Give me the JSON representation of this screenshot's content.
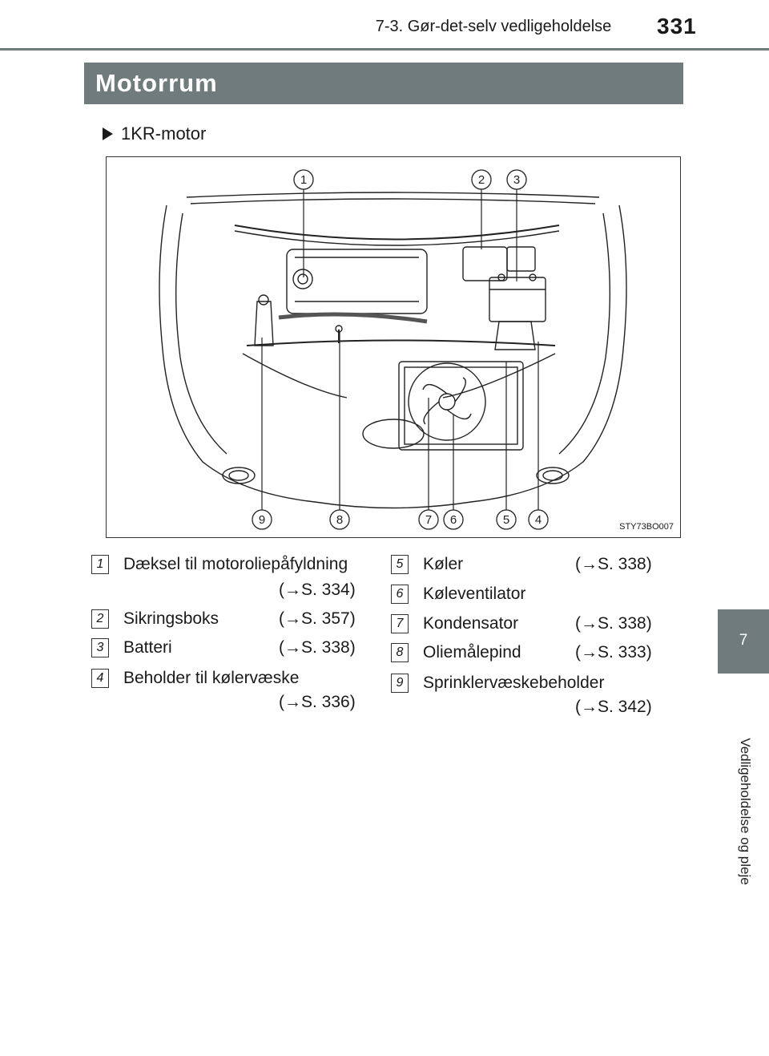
{
  "header": {
    "section": "7-3. Gør-det-selv vedligeholdelse",
    "page": "331"
  },
  "title": "Motorrum",
  "side_tab": {
    "chapter": "7",
    "label": "Vedligeholdelse og pleje"
  },
  "subheading": "1KR-motor",
  "figure": {
    "code": "STY73BO007",
    "callouts": [
      "1",
      "2",
      "3",
      "4",
      "5",
      "6",
      "7",
      "8",
      "9"
    ]
  },
  "items": [
    {
      "num": "1",
      "label": "Dæksel til motoroliepåfyldning",
      "ref": "(→S. 334)"
    },
    {
      "num": "2",
      "label": "Sikringsboks",
      "ref": "(→S. 357)"
    },
    {
      "num": "3",
      "label": "Batteri",
      "ref": "(→S. 338)"
    },
    {
      "num": "4",
      "label": "Beholder til kølervæske",
      "ref": "(→S. 336)"
    },
    {
      "num": "5",
      "label": "Køler",
      "ref": "(→S. 338)"
    },
    {
      "num": "6",
      "label": "Køleventilator",
      "ref": ""
    },
    {
      "num": "7",
      "label": "Kondensator",
      "ref": "(→S. 338)"
    },
    {
      "num": "8",
      "label": "Oliemålepind",
      "ref": "(→S. 333)"
    },
    {
      "num": "9",
      "label": "Sprinklervæskebeholder",
      "ref": "(→S. 342)"
    }
  ],
  "colors": {
    "accent": "#6f7b7d",
    "text": "#1a1a1a"
  }
}
